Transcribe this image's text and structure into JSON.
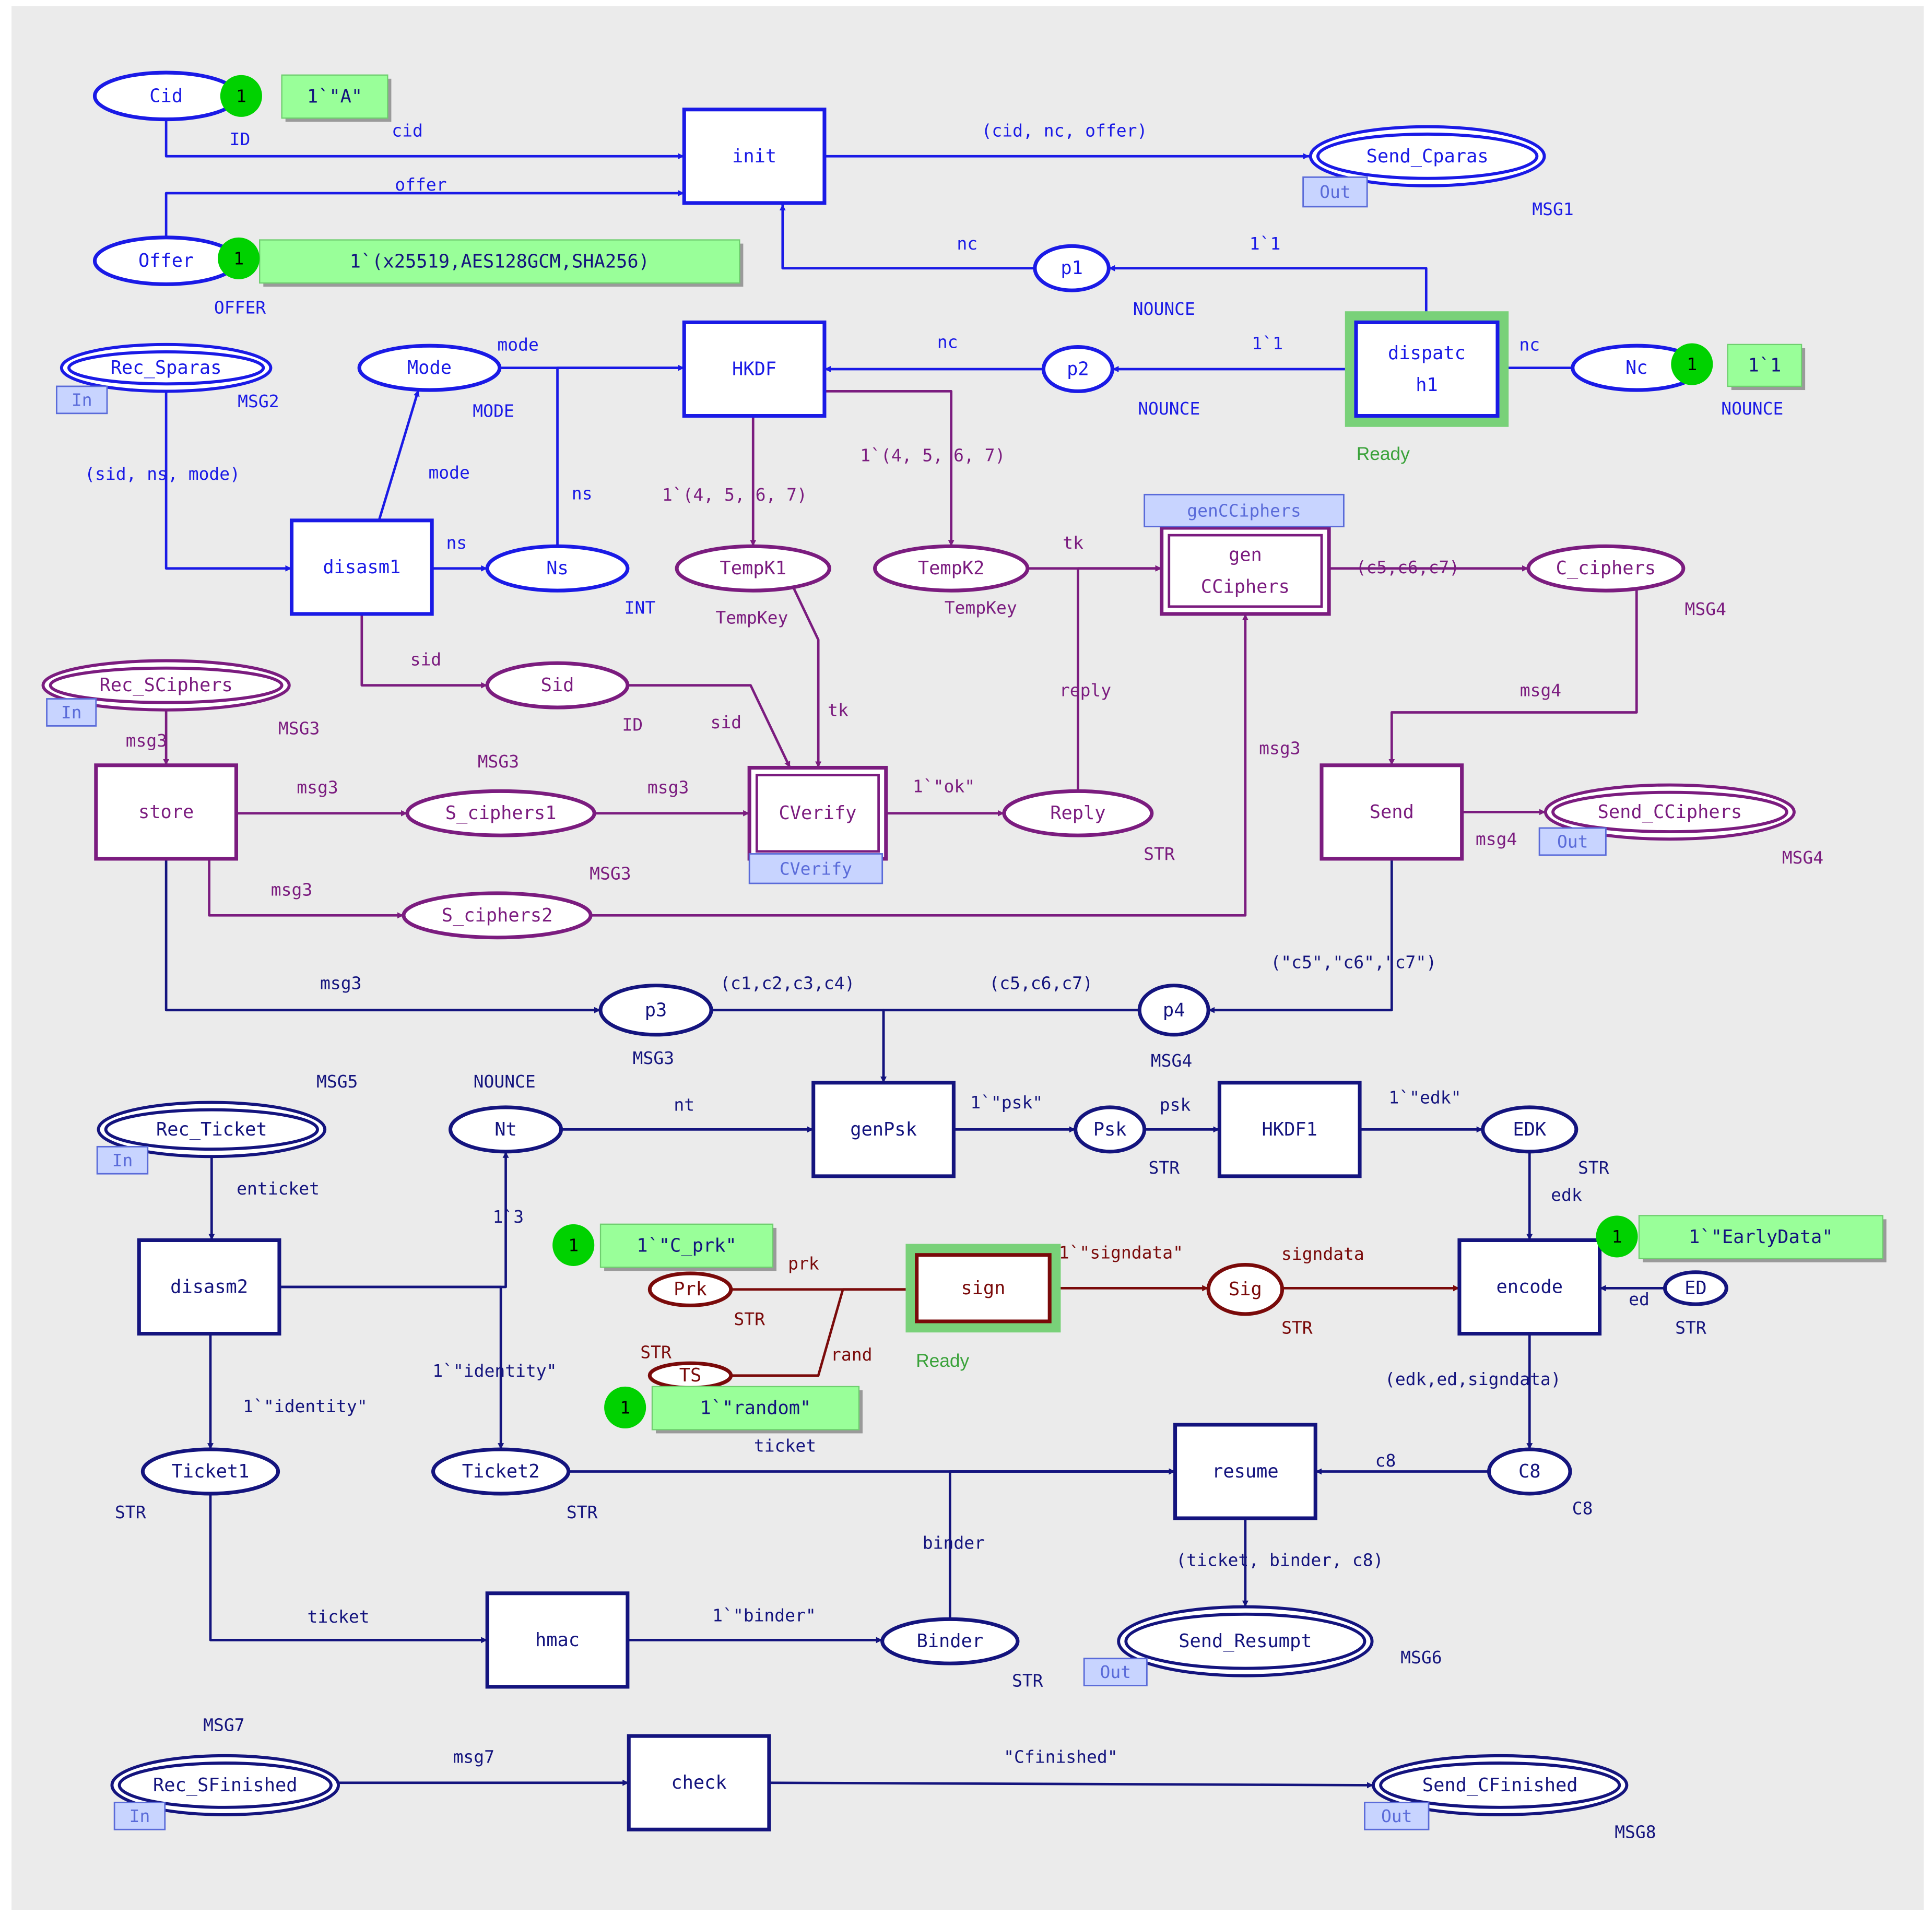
{
  "colors": {
    "blue": "#1a1ae6",
    "purple": "#7b1c7f",
    "navy": "#14147e",
    "darkred": "#7a0a0a",
    "token_green": "#00d200",
    "marking_bg": "#99ff99",
    "port_bg": "#c8d4ff",
    "port_border": "#5a6bd9",
    "enabled_border": "#79d179",
    "ready_text": "#3aa23a"
  },
  "places": [
    {
      "key": "cid",
      "name": "Cid",
      "type": "ID",
      "color": "blue",
      "border": "single"
    },
    {
      "key": "offer",
      "name": "Offer",
      "type": "OFFER",
      "color": "blue",
      "border": "single"
    },
    {
      "key": "send_cparas",
      "name": "Send_Cparas",
      "type": "MSG1",
      "color": "blue",
      "border": "double",
      "port": "Out"
    },
    {
      "key": "p1",
      "name": "p1",
      "type": "NOUNCE",
      "color": "blue",
      "border": "single"
    },
    {
      "key": "p2",
      "name": "p2",
      "type": "NOUNCE",
      "color": "blue",
      "border": "single"
    },
    {
      "key": "nc",
      "name": "Nc",
      "type": "NOUNCE",
      "color": "blue",
      "border": "single"
    },
    {
      "key": "rec_sparas",
      "name": "Rec_Sparas",
      "type": "MSG2",
      "color": "blue",
      "border": "double",
      "port": "In"
    },
    {
      "key": "mode",
      "name": "Mode",
      "type": "MODE",
      "color": "blue",
      "border": "single"
    },
    {
      "key": "ns",
      "name": "Ns",
      "type": "INT",
      "color": "blue",
      "border": "single"
    },
    {
      "key": "tempk1",
      "name": "TempK1",
      "type": "TempKey",
      "color": "purple",
      "border": "single"
    },
    {
      "key": "tempk2",
      "name": "TempK2",
      "type": "TempKey",
      "color": "purple",
      "border": "single"
    },
    {
      "key": "c_ciphers",
      "name": "C_ciphers",
      "type": "MSG4",
      "color": "purple",
      "border": "single"
    },
    {
      "key": "rec_sciphers",
      "name": "Rec_SCiphers",
      "type": "MSG3",
      "color": "purple",
      "border": "double",
      "port": "In"
    },
    {
      "key": "sid",
      "name": "Sid",
      "type": "ID",
      "color": "purple",
      "border": "single"
    },
    {
      "key": "s_ciphers1",
      "name": "S_ciphers1",
      "type": "MSG3",
      "color": "purple",
      "border": "single"
    },
    {
      "key": "s_ciphers2",
      "name": "S_ciphers2",
      "type": "MSG3",
      "color": "purple",
      "border": "single"
    },
    {
      "key": "reply",
      "name": "Reply",
      "type": "STR",
      "color": "purple",
      "border": "single"
    },
    {
      "key": "send_cciphers",
      "name": "Send_CCiphers",
      "type": "MSG4",
      "color": "purple",
      "border": "double",
      "port": "Out"
    },
    {
      "key": "p3",
      "name": "p3",
      "type": "MSG3",
      "color": "navy",
      "border": "single"
    },
    {
      "key": "p4",
      "name": "p4",
      "type": "MSG4",
      "color": "navy",
      "border": "single"
    },
    {
      "key": "rec_ticket",
      "name": "Rec_Ticket",
      "type": "MSG5",
      "color": "navy",
      "border": "double",
      "port": "In"
    },
    {
      "key": "nt",
      "name": "Nt",
      "type": "NOUNCE",
      "color": "navy",
      "border": "single"
    },
    {
      "key": "psk",
      "name": "Psk",
      "type": "STR",
      "color": "navy",
      "border": "single"
    },
    {
      "key": "edk",
      "name": "EDK",
      "type": "STR",
      "color": "navy",
      "border": "single"
    },
    {
      "key": "prk",
      "name": "Prk",
      "type": "STR",
      "color": "darkred",
      "border": "single"
    },
    {
      "key": "ts",
      "name": "TS",
      "type": "STR",
      "color": "darkred",
      "border": "single"
    },
    {
      "key": "sig",
      "name": "Sig",
      "type": "STR",
      "color": "darkred",
      "border": "single"
    },
    {
      "key": "ed",
      "name": "ED",
      "type": "STR",
      "color": "navy",
      "border": "single"
    },
    {
      "key": "ticket1",
      "name": "Ticket1",
      "type": "STR",
      "color": "navy",
      "border": "single"
    },
    {
      "key": "ticket2",
      "name": "Ticket2",
      "type": "STR",
      "color": "navy",
      "border": "single"
    },
    {
      "key": "c8",
      "name": "C8",
      "type": "C8",
      "color": "navy",
      "border": "single"
    },
    {
      "key": "send_resumpt",
      "name": "Send_Resumpt",
      "type": "MSG6",
      "color": "navy",
      "border": "double",
      "port": "Out"
    },
    {
      "key": "binder",
      "name": "Binder",
      "type": "STR",
      "color": "navy",
      "border": "single"
    },
    {
      "key": "rec_sfinished",
      "name": "Rec_SFinished",
      "type": "MSG7",
      "color": "navy",
      "border": "double",
      "port": "In"
    },
    {
      "key": "send_cfinished",
      "name": "Send_CFinished",
      "type": "MSG8",
      "color": "navy",
      "border": "double",
      "port": "Out"
    }
  ],
  "transitions": [
    {
      "key": "init",
      "name": "init",
      "color": "blue"
    },
    {
      "key": "dispatch1",
      "name_lines": [
        "dispatc",
        "h1"
      ],
      "color": "blue",
      "status": "Ready"
    },
    {
      "key": "hkdf",
      "name": "HKDF",
      "color": "blue"
    },
    {
      "key": "disasm1",
      "name": "disasm1",
      "color": "blue"
    },
    {
      "key": "gen",
      "name_lines": [
        "gen",
        "CCiphers"
      ],
      "color": "purple",
      "subpage": "genCCiphers"
    },
    {
      "key": "store",
      "name": "store",
      "color": "purple"
    },
    {
      "key": "cverify",
      "name": "CVerify",
      "color": "purple",
      "subpage": "CVerify"
    },
    {
      "key": "send",
      "name": "Send",
      "color": "purple"
    },
    {
      "key": "genpsk",
      "name": "genPsk",
      "color": "navy"
    },
    {
      "key": "hkdf1",
      "name": "HKDF1",
      "color": "navy"
    },
    {
      "key": "disasm2",
      "name": "disasm2",
      "color": "navy"
    },
    {
      "key": "sign",
      "name": "sign",
      "color": "darkred",
      "status": "Ready"
    },
    {
      "key": "encode",
      "name": "encode",
      "color": "navy"
    },
    {
      "key": "resume",
      "name": "resume",
      "color": "navy"
    },
    {
      "key": "hmac",
      "name": "hmac",
      "color": "navy"
    },
    {
      "key": "check",
      "name": "check",
      "color": "navy"
    }
  ],
  "markings": [
    {
      "place": "cid",
      "count": "1",
      "value": "1`\"A\""
    },
    {
      "place": "offer",
      "count": "1",
      "value": "1`(x25519,AES128GCM,SHA256)"
    },
    {
      "place": "nc",
      "count": "1",
      "value": "1`1"
    },
    {
      "place": "prk",
      "count": "1",
      "value": "1`\"C_prk\""
    },
    {
      "place": "ts",
      "count": "1",
      "value": "1`\"random\""
    },
    {
      "place": "ed",
      "count": "1",
      "value": "1`\"EarlyData\""
    }
  ],
  "arcs": [
    {
      "key": "cid-init",
      "color": "blue",
      "label": "cid"
    },
    {
      "key": "offer-init",
      "color": "blue",
      "label": "offer"
    },
    {
      "key": "init-sendc",
      "color": "blue",
      "label": "(cid, nc, offer)"
    },
    {
      "key": "p1-init",
      "color": "blue",
      "label": "nc"
    },
    {
      "key": "disp-p1",
      "color": "blue",
      "label": "1`1"
    },
    {
      "key": "disp-p2",
      "color": "blue",
      "label": "1`1"
    },
    {
      "key": "nc-disp",
      "color": "blue",
      "label": "nc"
    },
    {
      "key": "p2-hkdf",
      "color": "blue",
      "label": "nc"
    },
    {
      "key": "mode-hkdf",
      "color": "blue",
      "label": "mode"
    },
    {
      "key": "ns-hkdf",
      "color": "blue",
      "label": "ns"
    },
    {
      "key": "recsp-dis",
      "color": "blue",
      "label": "(sid, ns, mode)"
    },
    {
      "key": "dis-mode",
      "color": "blue",
      "label": "mode"
    },
    {
      "key": "dis-ns",
      "color": "blue",
      "label": "ns"
    },
    {
      "key": "dis-sid",
      "color": "purple",
      "label": "sid"
    },
    {
      "key": "hkdf-tk1",
      "color": "purple",
      "label": "1`(4, 5, 6, 7)"
    },
    {
      "key": "hkdf-tk2",
      "color": "purple",
      "label": "1`(4, 5, 6, 7)"
    },
    {
      "key": "tk2-gen",
      "color": "purple",
      "label": "tk"
    },
    {
      "key": "gen-cc",
      "color": "purple",
      "label": "(c5,c6,c7)"
    },
    {
      "key": "tk1-cv",
      "color": "purple",
      "label": "tk"
    },
    {
      "key": "sid-cv",
      "color": "purple",
      "label": "sid"
    },
    {
      "key": "cc-send",
      "color": "purple",
      "label": "msg4"
    },
    {
      "key": "recsc-store",
      "color": "purple",
      "label": "msg3"
    },
    {
      "key": "store-s1",
      "color": "purple",
      "label": "msg3"
    },
    {
      "key": "s1-cv",
      "color": "purple",
      "label": "msg3"
    },
    {
      "key": "cv-reply",
      "color": "purple",
      "label": "1`\"ok\""
    },
    {
      "key": "reply-gen",
      "color": "purple",
      "label": "reply"
    },
    {
      "key": "store-s2",
      "color": "purple",
      "label": "msg3"
    },
    {
      "key": "s2-gen",
      "color": "purple",
      "label": "msg3"
    },
    {
      "key": "send-sendcc",
      "color": "purple",
      "label": "msg4"
    },
    {
      "key": "store-p3",
      "color": "navy",
      "label": "msg3"
    },
    {
      "key": "send-p4",
      "color": "navy",
      "label": "(\"c5\",\"c6\",\"c7\")"
    },
    {
      "key": "p3-genpsk",
      "color": "navy",
      "label": "(c1,c2,c3,c4)"
    },
    {
      "key": "p4-genpsk",
      "color": "navy",
      "label": "(c5,c6,c7)"
    },
    {
      "key": "nt-genpsk",
      "color": "navy",
      "label": "nt"
    },
    {
      "key": "genpsk-psk",
      "color": "navy",
      "label": "1`\"psk\""
    },
    {
      "key": "psk-hkdf1",
      "color": "navy",
      "label": "psk"
    },
    {
      "key": "hkdf1-edk",
      "color": "navy",
      "label": "1`\"edk\""
    },
    {
      "key": "edk-encode",
      "color": "navy",
      "label": "edk"
    },
    {
      "key": "ed-encode",
      "color": "navy",
      "label": "ed"
    },
    {
      "key": "rect-dis2",
      "color": "navy",
      "label": "enticket"
    },
    {
      "key": "dis2-nt",
      "color": "navy",
      "label": "1`3"
    },
    {
      "key": "dis2-t2",
      "color": "navy",
      "label": "1`\"identity\""
    },
    {
      "key": "dis2-t1",
      "color": "navy",
      "label": "1`\"identity\""
    },
    {
      "key": "prk-sign",
      "color": "darkred",
      "label": "prk"
    },
    {
      "key": "ts-sign",
      "color": "darkred",
      "label": "rand"
    },
    {
      "key": "sign-sig",
      "color": "darkred",
      "label": "1`\"signdata\""
    },
    {
      "key": "sig-encode",
      "color": "darkred",
      "label": "signdata"
    },
    {
      "key": "encode-c8",
      "color": "navy",
      "label": "(edk,ed,signdata)"
    },
    {
      "key": "t2-resume",
      "color": "navy",
      "label": "ticket"
    },
    {
      "key": "c8-resume",
      "color": "navy",
      "label": "c8"
    },
    {
      "key": "binder-resume",
      "color": "navy",
      "label": "binder"
    },
    {
      "key": "resume-sendr",
      "color": "navy",
      "label": "(ticket, binder, c8)"
    },
    {
      "key": "t1-hmac",
      "color": "navy",
      "label": "ticket"
    },
    {
      "key": "hmac-binder",
      "color": "navy",
      "label": "1`\"binder\""
    },
    {
      "key": "recsf-check",
      "color": "navy",
      "label": "msg7"
    },
    {
      "key": "check-sendcf",
      "color": "navy",
      "label": "\"Cfinished\""
    }
  ]
}
